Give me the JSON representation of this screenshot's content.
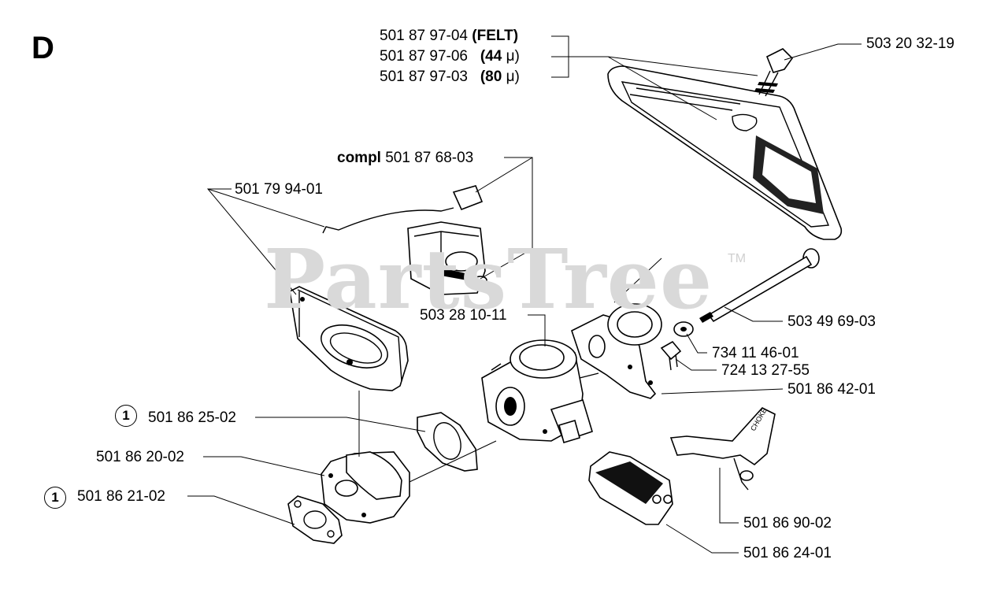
{
  "section_letter": "D",
  "watermark": "PartsTree",
  "trademark": "TM",
  "parts": {
    "felt_partno": "501 87 97-04",
    "felt_desc": "(FELT)",
    "filter44_partno": "501 87 97-06",
    "filter44_desc": "(44",
    "filter44_unit": "μ)",
    "filter80_partno": "501 87 97-03",
    "filter80_desc": "(80",
    "filter80_unit": "μ)",
    "screw_top": "503 20 32-19",
    "compl_prefix": "compl",
    "compl_partno": "501 87 68-03",
    "gasket_plate": "501 79 94-01",
    "carburetor": "503 28 10-11",
    "long_bolt": "503 49 69-03",
    "washer": "734 11 46-01",
    "small_screw": "724 13 27-55",
    "carb_housing": "501 86 42-01",
    "gasket_small": "501 86 25-02",
    "intake_elbow": "501 86 20-02",
    "gasket_intake": "501 86 21-02",
    "choke_lever": "501 86 90-02",
    "air_filter_block": "501 86 24-01",
    "ref_marker": "1"
  }
}
